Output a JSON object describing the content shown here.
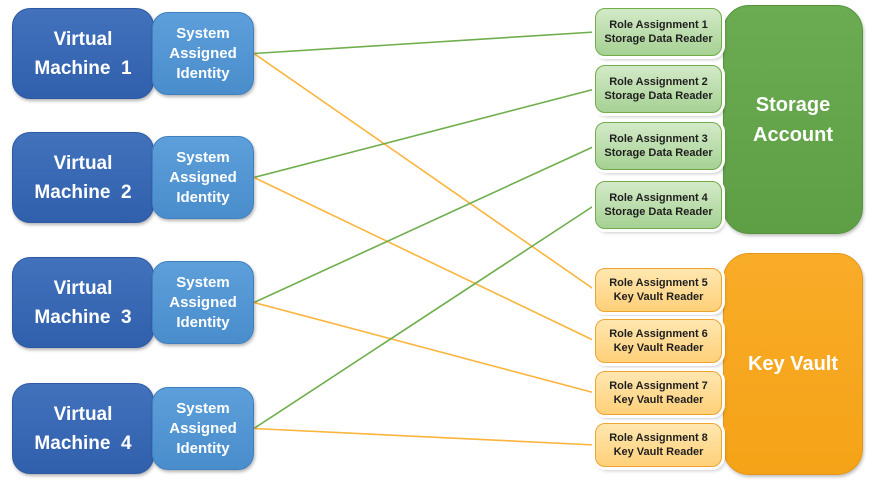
{
  "colors": {
    "green": "#6FAE4C",
    "orange": "#FBB43C"
  },
  "vms": [
    {
      "label": "Virtual\nMachine  1",
      "identity_label": "System\nAssigned\nIdentity"
    },
    {
      "label": "Virtual\nMachine  2",
      "identity_label": "System\nAssigned\nIdentity"
    },
    {
      "label": "Virtual\nMachine  3",
      "identity_label": "System\nAssigned\nIdentity"
    },
    {
      "label": "Virtual\nMachine  4",
      "identity_label": "System\nAssigned\nIdentity"
    }
  ],
  "role_assignments": [
    {
      "label": "Role Assignment 1\nStorage Data Reader",
      "group": "storage"
    },
    {
      "label": "Role Assignment 2\nStorage Data Reader",
      "group": "storage"
    },
    {
      "label": "Role Assignment 3\nStorage Data Reader",
      "group": "storage"
    },
    {
      "label": "Role Assignment 4\nStorage Data Reader",
      "group": "storage"
    },
    {
      "label": "Role Assignment 5\nKey Vault Reader",
      "group": "keyvault"
    },
    {
      "label": "Role Assignment 6\nKey Vault Reader",
      "group": "keyvault"
    },
    {
      "label": "Role Assignment 7\nKey Vault Reader",
      "group": "keyvault"
    },
    {
      "label": "Role Assignment 8\nKey Vault Reader",
      "group": "keyvault"
    }
  ],
  "resources": [
    {
      "label": "Storage\nAccount"
    },
    {
      "label": "Key Vault"
    }
  ],
  "connections": [
    {
      "from": "system-assigned-identity-1",
      "to": "role-assignment-1",
      "color": "green"
    },
    {
      "from": "system-assigned-identity-1",
      "to": "role-assignment-5",
      "color": "orange"
    },
    {
      "from": "system-assigned-identity-2",
      "to": "role-assignment-2",
      "color": "green"
    },
    {
      "from": "system-assigned-identity-2",
      "to": "role-assignment-6",
      "color": "orange"
    },
    {
      "from": "system-assigned-identity-3",
      "to": "role-assignment-3",
      "color": "green"
    },
    {
      "from": "system-assigned-identity-3",
      "to": "role-assignment-7",
      "color": "orange"
    },
    {
      "from": "system-assigned-identity-4",
      "to": "role-assignment-4",
      "color": "green"
    },
    {
      "from": "system-assigned-identity-4",
      "to": "role-assignment-8",
      "color": "orange"
    }
  ]
}
